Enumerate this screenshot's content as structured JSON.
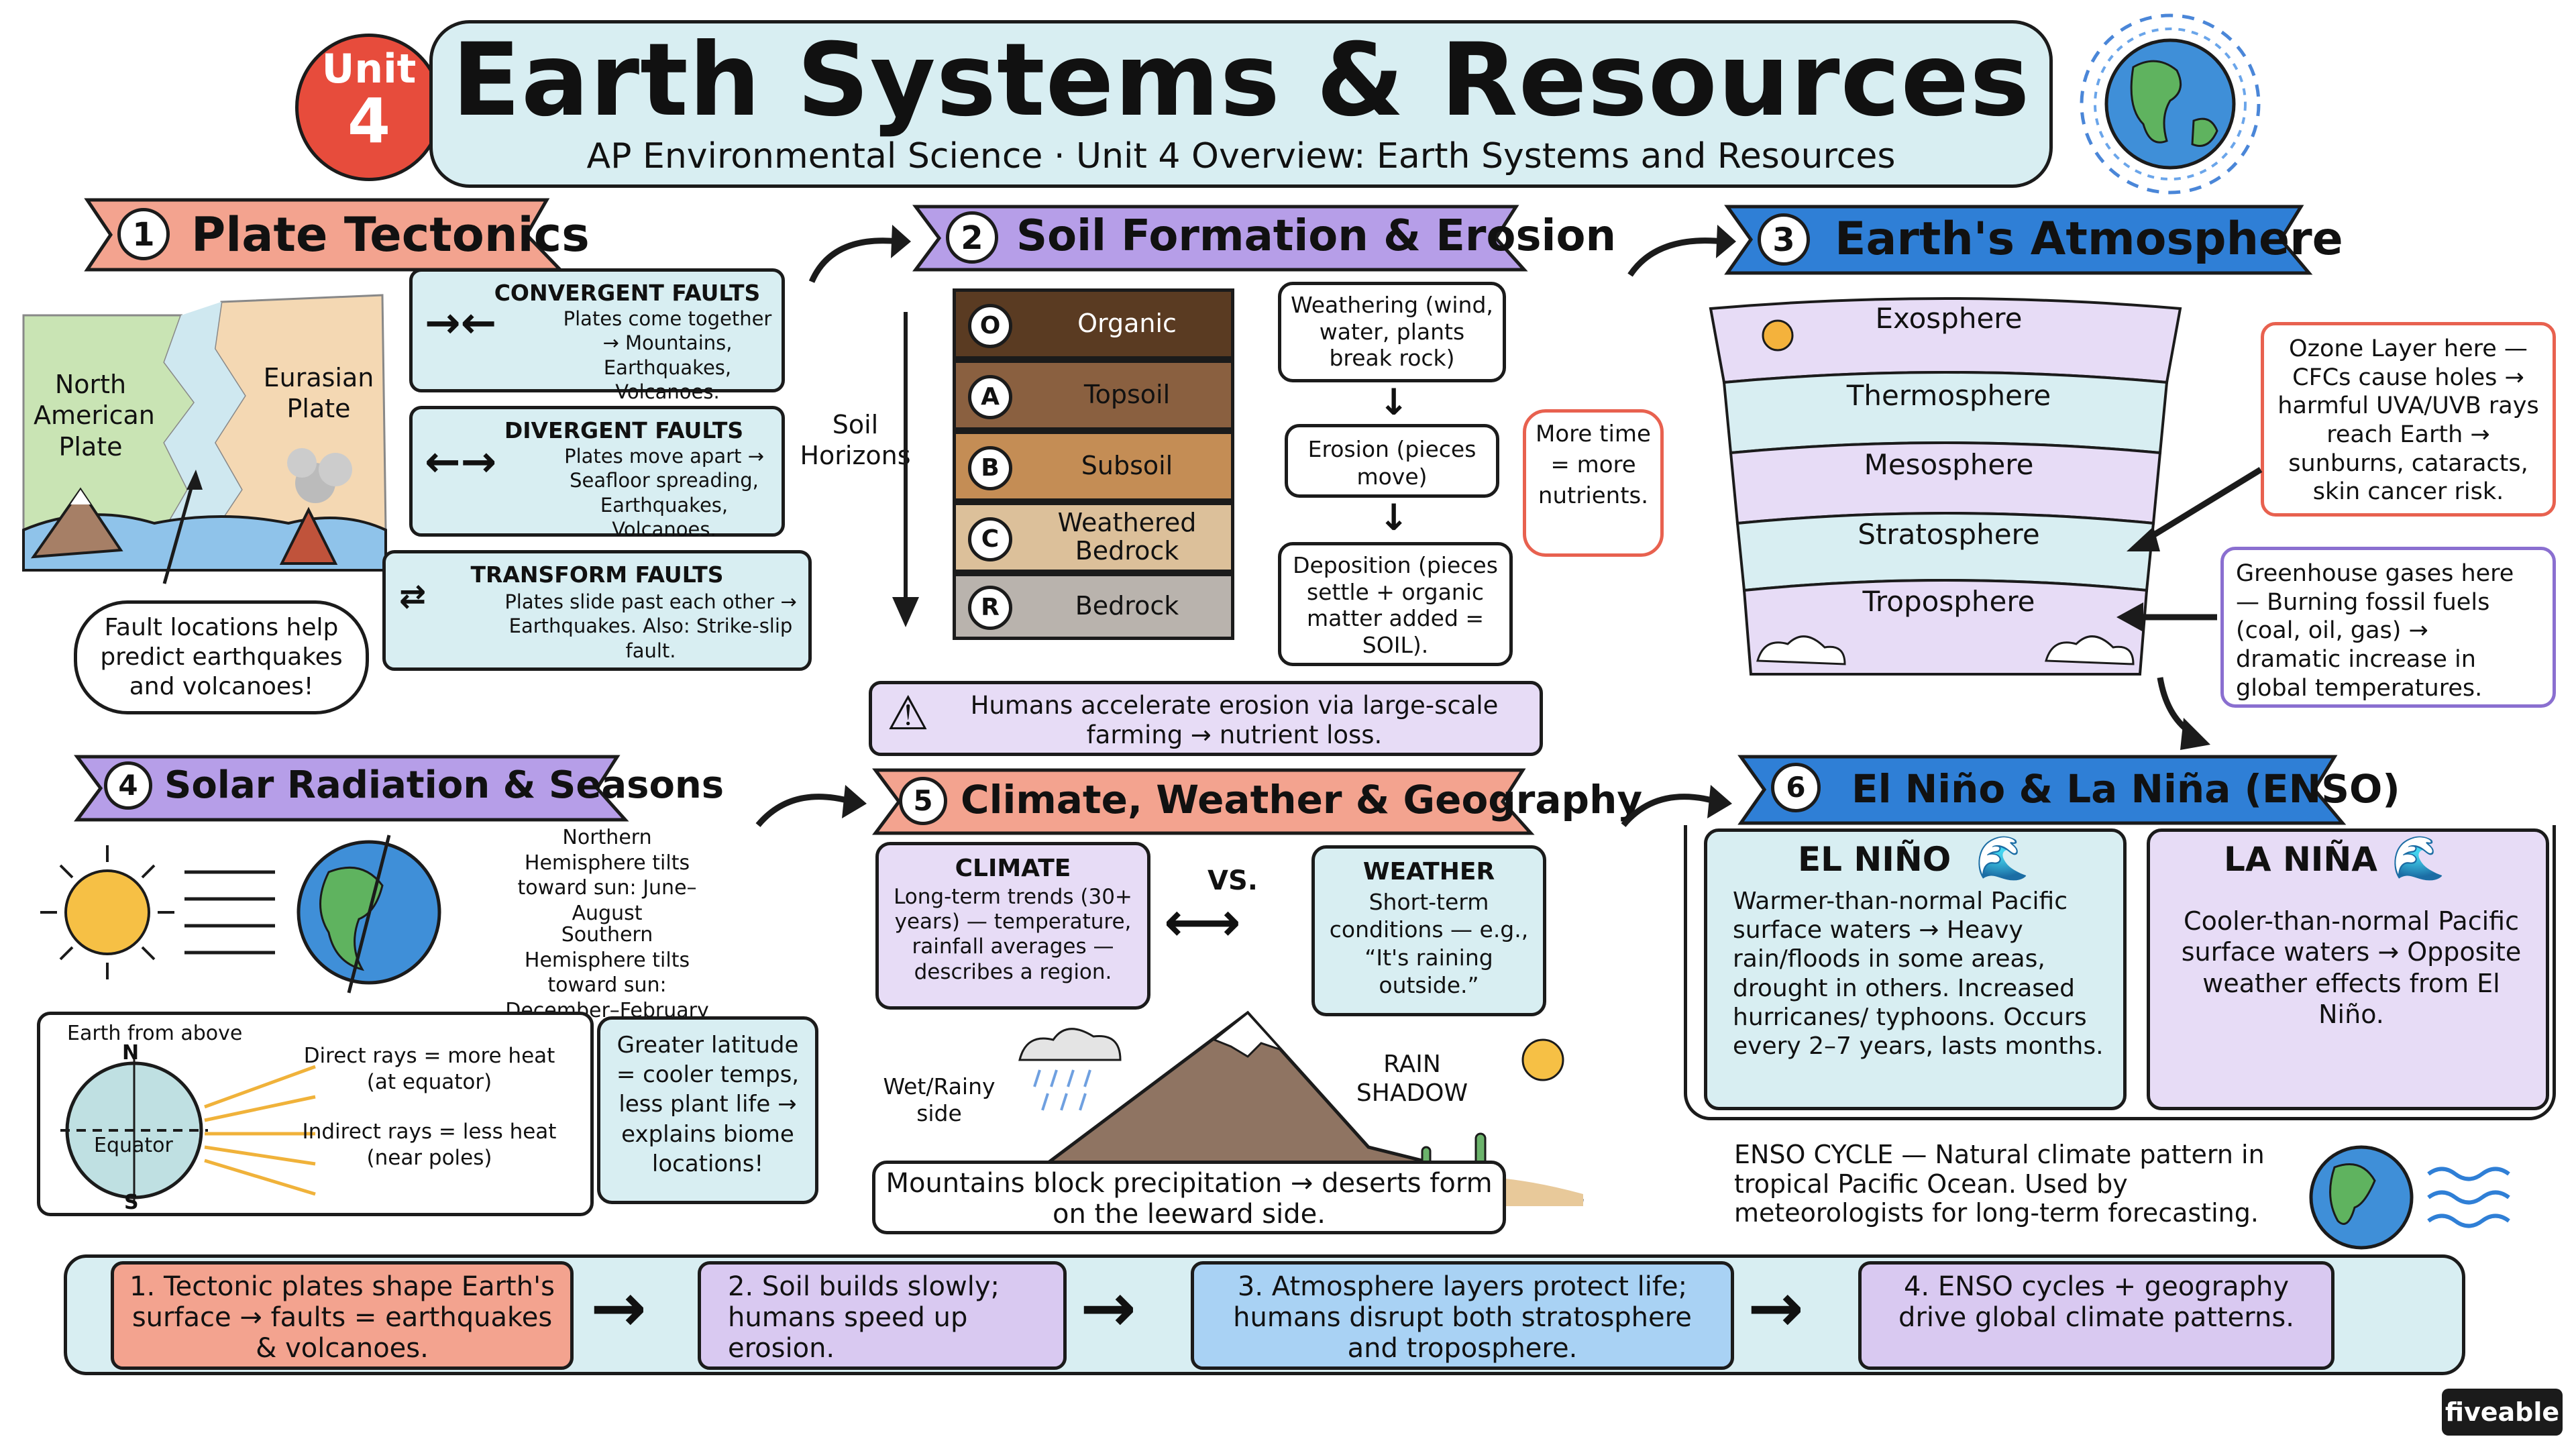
{
  "header": {
    "unit_word": "Unit",
    "unit_number": "4",
    "title": "Earth Systems & Resources",
    "subtitle": "AP Environmental Science · Unit 4 Overview: Earth Systems and Resources"
  },
  "sections": {
    "plate": {
      "number": "1",
      "title": "Plate Tectonics",
      "na_plate": "North\nAmerican\nPlate",
      "eu_plate": "Eurasian\nPlate",
      "bubble": "Fault locations help predict earthquakes and volcanoes!",
      "convergent": {
        "title": "CONVERGENT FAULTS",
        "text": "Plates come together → Mountains, Earthquakes, Volcanoes."
      },
      "divergent": {
        "title": "DIVERGENT FAULTS",
        "text": "Plates move apart → Seafloor spreading, Earthquakes, Volcanoes."
      },
      "transform": {
        "title": "TRANSFORM FAULTS",
        "text": "Plates slide past each other → Earthquakes. Also: Strike-slip fault."
      }
    },
    "soil": {
      "number": "2",
      "title": "Soil Formation & Erosion",
      "horizons_label": "Soil\nHorizons",
      "layers": [
        {
          "letter": "O",
          "name": "Organic"
        },
        {
          "letter": "A",
          "name": "Topsoil"
        },
        {
          "letter": "B",
          "name": "Subsoil"
        },
        {
          "letter": "C",
          "name": "Weathered\nBedrock"
        },
        {
          "letter": "R",
          "name": "Bedrock"
        }
      ],
      "weathering": "Weathering (wind, water, plants break rock)",
      "erosion": "Erosion (pieces move)",
      "deposition": "Deposition (pieces settle + organic matter added = SOIL).",
      "more_time": "More time = more nutrients.",
      "warning": "Humans accelerate erosion via large-scale farming → nutrient loss."
    },
    "atmosphere": {
      "number": "3",
      "title": "Earth's Atmosphere",
      "layers": [
        "Exosphere",
        "Thermosphere",
        "Mesosphere",
        "Stratosphere",
        "Troposphere"
      ],
      "ozone_note": "Ozone Layer here — CFCs cause holes → harmful UVA/UVB rays reach Earth → sunburns, cataracts, skin cancer risk.",
      "greenhouse_note": "Greenhouse gases here — Burning fossil fuels (coal, oil, gas) → dramatic increase in global temperatures."
    },
    "solar": {
      "number": "4",
      "title": "Solar Radiation & Seasons",
      "north_tilt": "Northern Hemisphere tilts toward sun: June–August",
      "south_tilt": "Southern Hemisphere tilts toward sun: December–February",
      "from_above": "Earth from above",
      "n_label": "N",
      "s_label": "S",
      "equator": "Equator",
      "direct": "Direct rays = more heat (at equator)",
      "indirect": "Indirect rays = less heat (near poles)",
      "latitude_note": "Greater latitude = cooler temps, less plant life → explains biome locations!"
    },
    "climate": {
      "number": "5",
      "title": "Climate, Weather & Geography",
      "climate_title": "CLIMATE",
      "climate_text": "Long-term trends (30+ years) — temperature, rainfall averages — describes a region.",
      "vs": "VS.",
      "weather_title": "WEATHER",
      "weather_text": "Short-term conditions — e.g., “It's raining outside.”",
      "wet_side": "Wet/Rainy side",
      "rain_shadow": "RAIN SHADOW",
      "mountain_note": "Mountains block precipitation → deserts form on the leeward side."
    },
    "enso": {
      "number": "6",
      "title": "El Niño & La Niña (ENSO)",
      "el_title": "EL NIÑO",
      "el_text": "Warmer-than-normal Pacific surface waters → Heavy rain/floods in some areas, drought in others. Increased hurricanes/ typhoons. Occurs every 2–7 years, lasts months.",
      "la_title": "LA NIÑA",
      "la_text": "Cooler-than-normal Pacific surface waters → Opposite weather effects from El Niño.",
      "cycle_title": "ENSO CYCLE",
      "cycle_text": " — Natural climate pattern in tropical Pacific Ocean. Used by meteorologists for long-term forecasting."
    }
  },
  "summary": [
    "1. Tectonic plates shape Earth's surface → faults = earthquakes & volcanoes.",
    "2. Soil builds slowly; humans speed up erosion.",
    "3. Atmosphere layers protect life; humans disrupt both stratosphere and troposphere.",
    "4. ENSO cycles + geography drive global climate patterns."
  ],
  "brand": "fiveable",
  "colors": {
    "salmon": "#f3a38f",
    "lilac": "#d9c9f1",
    "light_blue": "#d8eef2",
    "banner_blue": "#2f7fd6",
    "banner_purple": "#b69ee8"
  }
}
